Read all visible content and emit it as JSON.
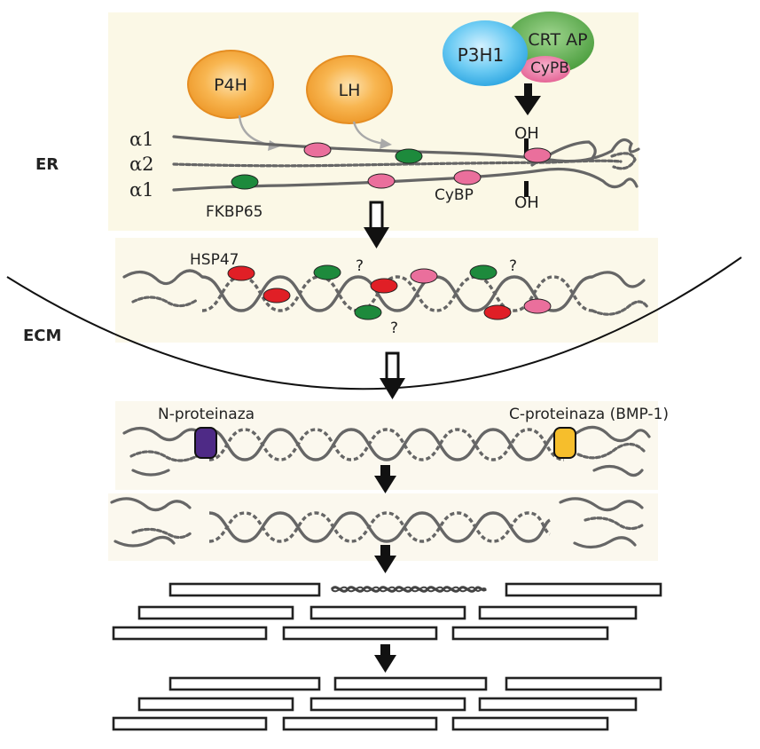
{
  "zones": {
    "er": "ER",
    "ecm": "ECM"
  },
  "enzymes": {
    "p4h": "P4H",
    "lh": "LH",
    "p3h1": "P3H1",
    "crtap": "CRT AP",
    "cypb": "CyPB"
  },
  "chains": {
    "alpha1_top": "α1",
    "alpha2": "α2",
    "alpha1_bottom": "α1"
  },
  "labels": {
    "oh_top": "OH",
    "oh_bottom": "OH",
    "fkbp65": "FKBP65",
    "cybp": "CyBP",
    "hsp47": "HSP47",
    "q1": "?",
    "q2": "?",
    "q3": "?",
    "n_proteinase": "N-proteinaza",
    "c_proteinase": "C-proteinaza (BMP-1)"
  },
  "colors": {
    "er_background": "#fbf8e6",
    "enzyme_orange": "#f2a43a",
    "p3h1_blue": "#5cc3ee",
    "crtap_green": "#5aaa4c",
    "cypb_pink": "#ef7aa6",
    "chaperone_pink": "#ea6f9c",
    "chaperone_green": "#1d8a3c",
    "hsp47_red": "#e01f26",
    "n_proteinase": "#4e2a86",
    "c_proteinase": "#f6be2c"
  }
}
